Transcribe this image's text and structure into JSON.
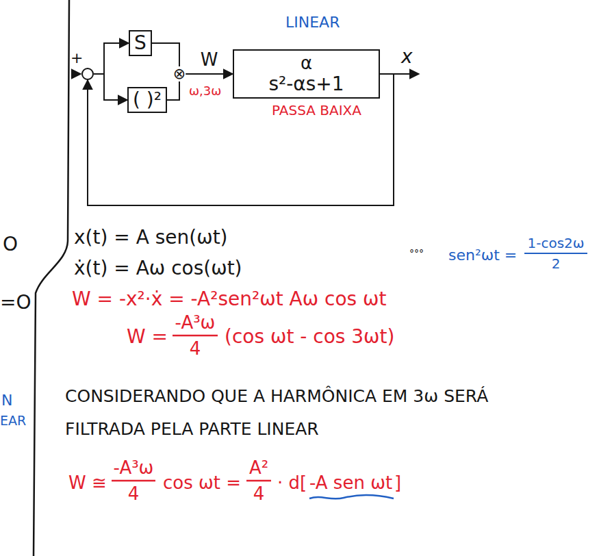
{
  "diagram": {
    "nodes": [
      {
        "text": [
          "+"
        ]
      },
      {
        "text": [
          "S"
        ]
      },
      {
        "text": [
          "( )²"
        ]
      },
      {
        "text": [
          "⊗"
        ]
      },
      {
        "text": [
          "LINEAR",
          "α",
          "s²-αs+1",
          "PASSA BAIXA"
        ]
      }
    ],
    "edges": [
      {
        "from": 0,
        "to": 1,
        "arrow": "to"
      },
      {
        "from": 0,
        "to": 2,
        "arrow": "to"
      },
      {
        "from": 1,
        "to": 3,
        "arrow": "none"
      },
      {
        "from": 2,
        "to": 3,
        "arrow": "none"
      },
      {
        "from": 3,
        "to": 4,
        "label": "W",
        "arrow": "to"
      },
      {
        "from": 4,
        "to": 0,
        "arrow": "to"
      }
    ],
    "labels": [
      "O",
      "=O",
      "N",
      "EAR",
      "x",
      "ω,3ω",
      "x(t) = A sen(ωt)",
      "ẋ(t) = Aω cos(ωt)",
      "°°°",
      "sen²ωt =",
      "1-cos2ω",
      "2",
      "W = -x²·ẋ = -A²sen²ωt Aω cos ωt",
      "W =",
      "-A³ω",
      "4",
      "(cos ωt - cos 3ωt)",
      "CONSIDERANDO QUE A HARMÔNICA EM 3ω SERÁ FILTRADA PELA PARTE LINEAR",
      "W ≅",
      "-A³ω",
      "4",
      "cos ωt =",
      "A²",
      "4",
      "· d[",
      "-A sen ωt",
      "]"
    ]
  }
}
